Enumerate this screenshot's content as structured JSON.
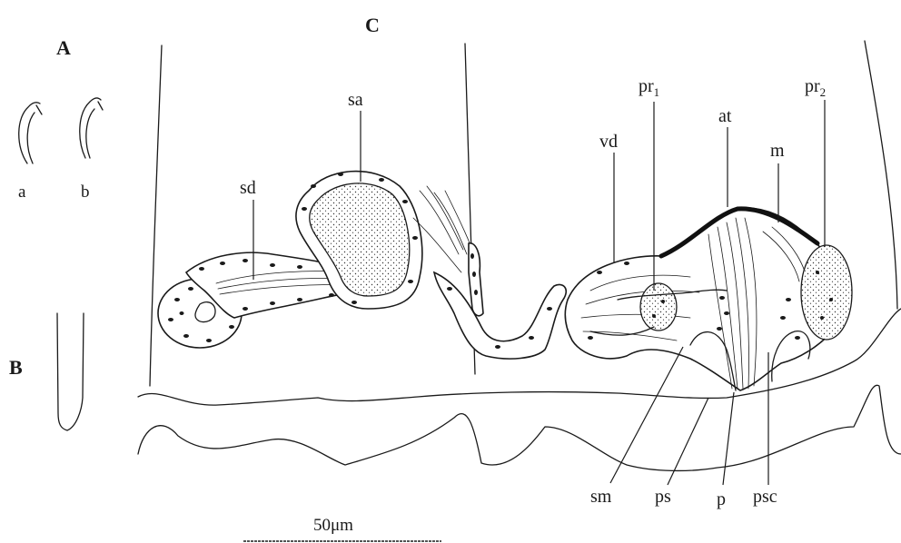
{
  "panels": {
    "A": "A",
    "B": "B",
    "C": "C"
  },
  "subpanels": {
    "a": "a",
    "b": "b"
  },
  "labels": {
    "sa": "sa",
    "sd": "sd",
    "vd": "vd",
    "pr1_base": "pr",
    "pr1_sub": "1",
    "at": "at",
    "pr2_base": "pr",
    "pr2_sub": "2",
    "m": "m",
    "sm": "sm",
    "ps": "ps",
    "p": "p",
    "psc": "psc"
  },
  "scale_bar": {
    "text": "50μm"
  }
}
